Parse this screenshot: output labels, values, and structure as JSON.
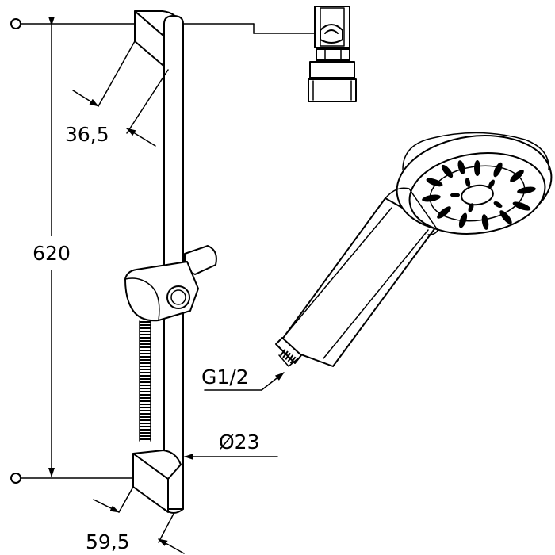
{
  "dimensions": {
    "height": "620",
    "slider_depth": "36,5",
    "bracket_depth": "59,5",
    "rail_diameter": "Ø23",
    "thread": "G1/2"
  },
  "colors": {
    "ink": "#000000",
    "paper": "#ffffff"
  }
}
